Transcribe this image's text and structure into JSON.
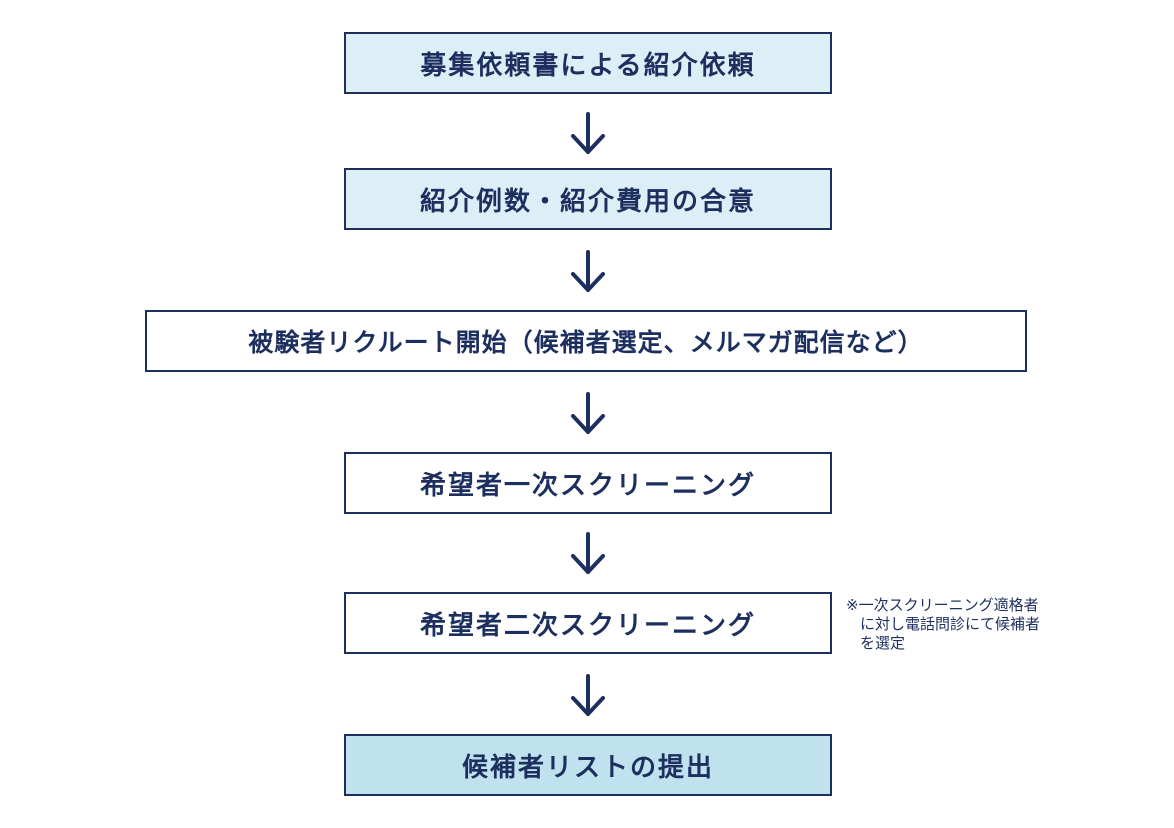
{
  "flow": {
    "steps": [
      {
        "label": "募集依頼書による紹介依頼"
      },
      {
        "label": "紹介例数・紹介費用の合意"
      },
      {
        "label": "被験者リクルート開始（候補者選定、メルマガ配信など）"
      },
      {
        "label": "希望者一次スクリーニング"
      },
      {
        "label": "希望者二次スクリーニング"
      },
      {
        "label": "候補者リストの提出"
      }
    ],
    "note": {
      "lines": [
        "※一次スクリーニング適格者",
        "に対し電話問診にて候補者",
        "を選定"
      ]
    },
    "colors": {
      "border": "#1c2f5e",
      "text": "#1c2f5e",
      "fill_light": "#dceef6",
      "fill_mid": "#bfe2ee",
      "fill_white": "#ffffff"
    },
    "arrow_icon": "down-arrow-icon"
  }
}
